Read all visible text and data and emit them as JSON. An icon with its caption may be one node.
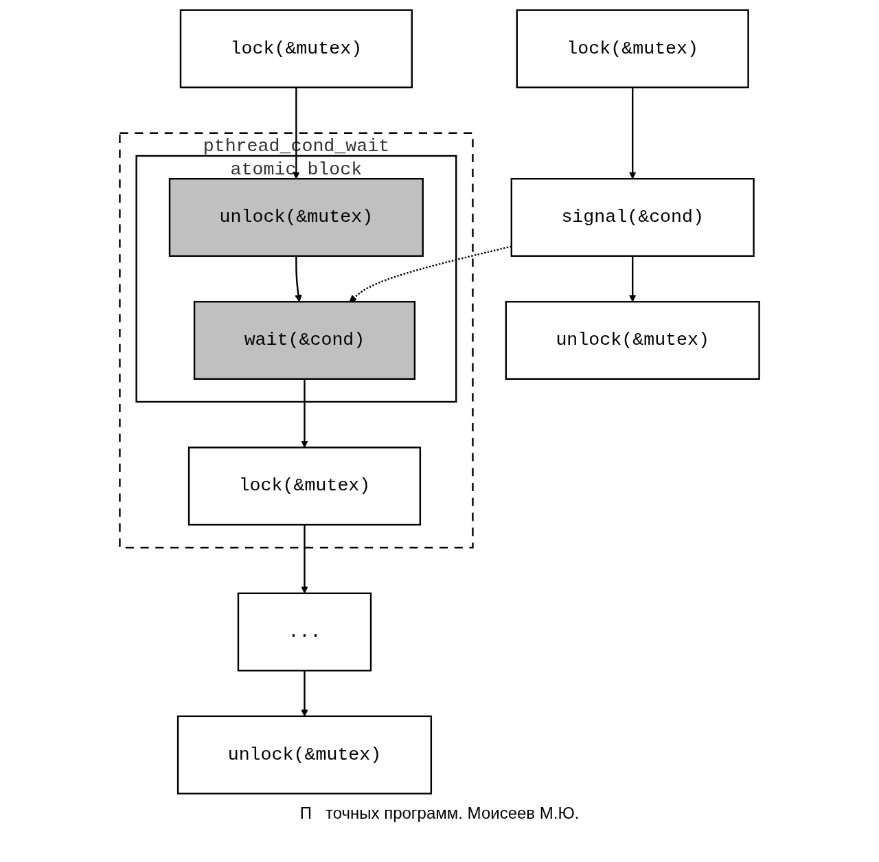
{
  "diagram": {
    "nodes": [
      {
        "text": [
          "lock(&mutex)"
        ]
      },
      {
        "text": [
          "pthread_cond_wait"
        ]
      },
      {
        "text": [
          "atomic block"
        ],
        "in": 1
      },
      {
        "text": [
          "unlock(&mutex)"
        ],
        "in": 2
      },
      {
        "text": [
          "wait(&cond)"
        ],
        "in": 2
      },
      {
        "text": [
          "lock(&mutex)"
        ],
        "in": 1
      },
      {
        "text": [
          "..."
        ]
      },
      {
        "text": [
          "unlock(&mutex)"
        ]
      },
      {
        "text": [
          "lock(&mutex)"
        ]
      },
      {
        "text": [
          "signal(&cond)"
        ]
      },
      {
        "text": [
          "unlock(&mutex)"
        ]
      }
    ],
    "edges": [
      {
        "from": 0,
        "to": 3,
        "arrow": "to"
      },
      {
        "from": 3,
        "to": 4,
        "arrow": "to"
      },
      {
        "from": 4,
        "to": 5,
        "arrow": "to"
      },
      {
        "from": 5,
        "to": 6,
        "arrow": "to"
      },
      {
        "from": 6,
        "to": 7,
        "arrow": "to"
      },
      {
        "from": 8,
        "to": 9,
        "arrow": "to"
      },
      {
        "from": 9,
        "to": 4,
        "arrow": "to",
        "style": "dashed"
      },
      {
        "from": 9,
        "to": 10,
        "arrow": "to"
      }
    ],
    "labels": [
      "П",
      "точных программ. Моисеев М.Ю."
    ]
  }
}
